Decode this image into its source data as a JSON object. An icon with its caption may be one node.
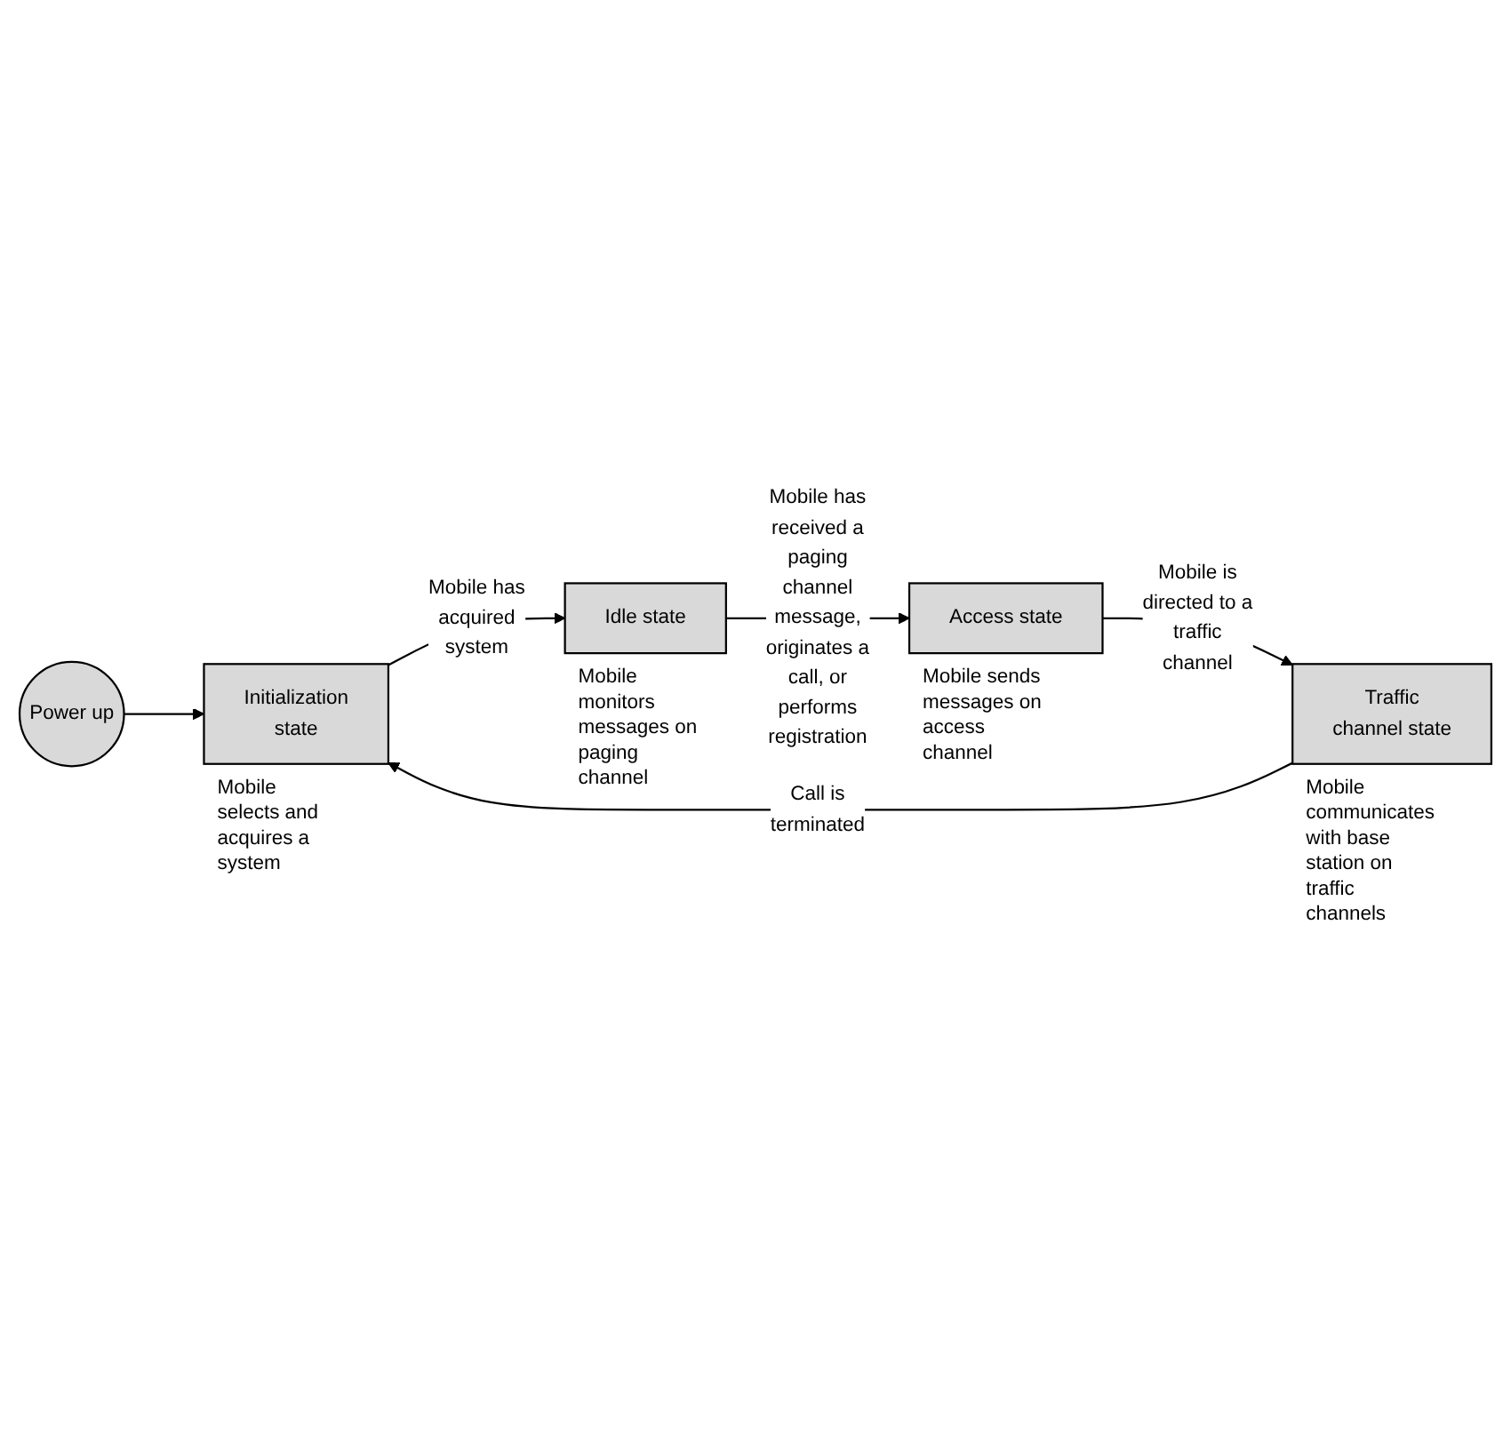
{
  "diagram": {
    "nodes": [
      {
        "text": [
          "Power up"
        ]
      },
      {
        "text": [
          "Initialization state"
        ],
        "beside": [
          "Mobile selects and acquires a system"
        ]
      },
      {
        "text": [
          "Idle state"
        ],
        "beside": [
          "Mobile monitors messages on paging channel"
        ]
      },
      {
        "text": [
          "Access state"
        ],
        "beside": [
          "Mobile sends messages on access channel"
        ]
      },
      {
        "text": [
          "Traffic channel state"
        ],
        "beside": [
          "Mobile communicates with base station on traffic channels"
        ]
      }
    ],
    "edges": [
      {
        "from": 0,
        "to": 1,
        "arrow": "to"
      },
      {
        "from": 1,
        "to": 2,
        "arrow": "to",
        "label": "Mobile has acquired system"
      },
      {
        "from": 2,
        "to": 3,
        "arrow": "to",
        "label": "Mobile has received a paging channel message, originates a call, or performs registration"
      },
      {
        "from": 3,
        "to": 4,
        "arrow": "to",
        "label": "Mobile is directed to a traffic channel"
      },
      {
        "from": 4,
        "to": 1,
        "arrow": "to",
        "label": "Call is terminated"
      }
    ]
  }
}
